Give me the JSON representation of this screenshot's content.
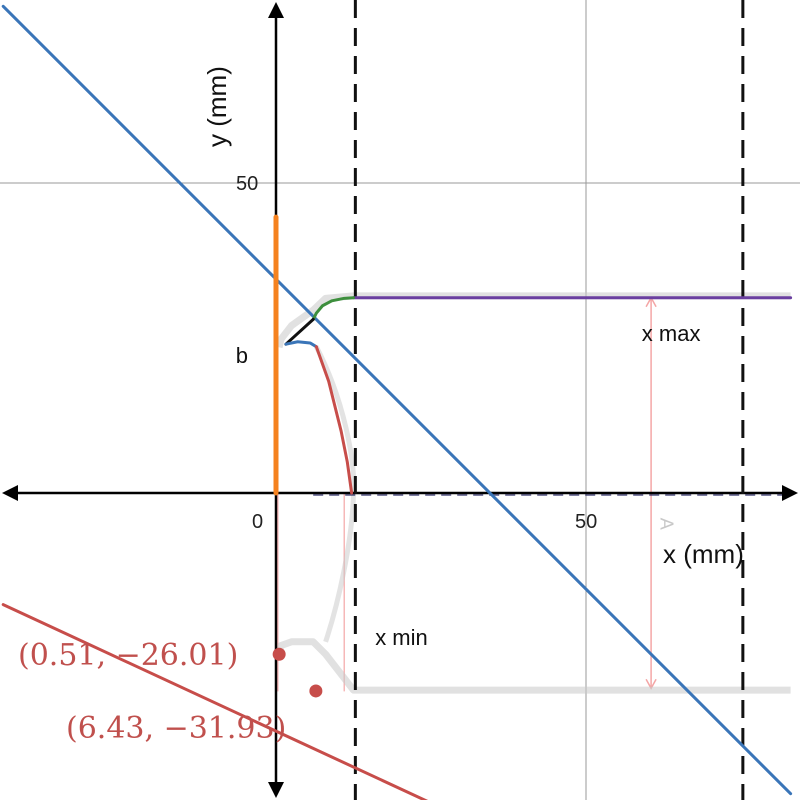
{
  "chart_data": {
    "type": "line",
    "xlabel": "x (mm)",
    "ylabel": "y (mm)",
    "xlim": [
      -44,
      83
    ],
    "ylim": [
      -48,
      78
    ],
    "grid": true,
    "x_ticks": [
      {
        "value": 0,
        "label": "0"
      },
      {
        "value": 50,
        "label": "50"
      }
    ],
    "y_ticks": [
      {
        "value": 50,
        "label": "50"
      }
    ],
    "colors": {
      "blue": "#3a75b8",
      "red": "#c74d4a",
      "orange": "#f5821f",
      "purple": "#6a3fa0",
      "green": "#3d8f3d",
      "black": "#111111",
      "faint_red": "#f4a6a6",
      "profile_gray": "#c8c8c8",
      "dash_navy": "#2c2c66",
      "grid": "#999999"
    },
    "series": [
      {
        "color": "blue",
        "x": [
          -44,
          83
        ],
        "y": [
          78.5,
          -48.5
        ]
      },
      {
        "color": "red",
        "x": [
          -44,
          25
        ],
        "y": [
          -18.0,
          -50.0
        ]
      },
      {
        "color": "orange",
        "x": [
          0,
          0
        ],
        "y": [
          0,
          44.5
        ]
      },
      {
        "color": "purple",
        "x": [
          12.5,
          83
        ],
        "y": [
          31.5,
          31.5
        ]
      },
      {
        "color": "green",
        "x": [
          6,
          6.5,
          7.5,
          9,
          11,
          12.5
        ],
        "y": [
          28.0,
          29.0,
          30.2,
          31.0,
          31.4,
          31.5
        ]
      },
      {
        "color": "black",
        "x": [
          1.6,
          6
        ],
        "y": [
          24.0,
          28.0
        ]
      },
      {
        "color": "blue",
        "x": [
          1.6,
          3.5,
          5.5,
          6.5
        ],
        "y": [
          24.0,
          24.4,
          24.2,
          23.6
        ]
      },
      {
        "color": "red",
        "x": [
          6.5,
          8.5,
          10.5,
          11.5,
          12.2
        ],
        "y": [
          23.6,
          18.0,
          10.0,
          5.0,
          0.0
        ]
      }
    ],
    "points": [
      {
        "x": 0.51,
        "y": -26.01,
        "label": "(0.51, −26.01)"
      },
      {
        "x": 6.43,
        "y": -31.93,
        "label": "(6.43, −31.93)"
      }
    ],
    "vertical_dashed": [
      12.8,
      75.3
    ],
    "profile_outline": {
      "x": [
        0.5,
        0.8,
        2.5,
        6,
        8,
        12.5,
        83
      ],
      "y": [
        -25.8,
        -24.6,
        -24.0,
        -24.0,
        -26.0,
        -31.8,
        -31.8
      ],
      "top_x": [
        0.5,
        0.8,
        2.5,
        6,
        8,
        12.5,
        83
      ],
      "top_y": [
        23.5,
        24.8,
        27.0,
        29.5,
        31.4,
        31.8,
        31.8
      ]
    },
    "faint_marks": {
      "segment_x": 60.5,
      "segment_y": [
        31.5,
        -31.5
      ],
      "left_verticals": [
        0.3,
        11.0
      ],
      "left_vertical_y": [
        0,
        -32
      ],
      "rotated_label": "A"
    },
    "annotations": [
      {
        "text": "x max",
        "x": 59,
        "y": 24.5
      },
      {
        "text": "x min",
        "x": 16,
        "y": -24.5
      },
      {
        "text": "b",
        "x": -6.5,
        "y": 21
      }
    ]
  }
}
